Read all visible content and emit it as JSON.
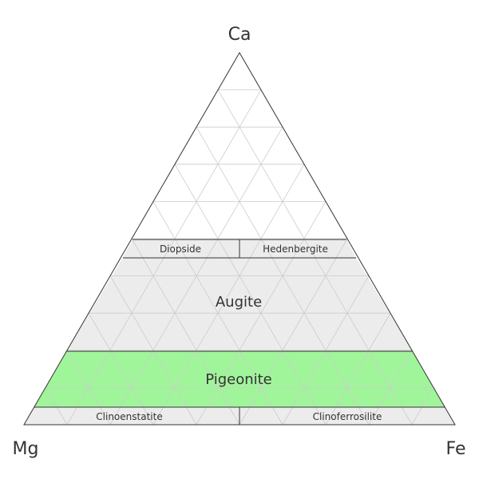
{
  "vertices": {
    "top": "Ca",
    "left": "Mg",
    "right": "Fe"
  },
  "fields": {
    "diopside": "Diopside",
    "hedenbergite": "Hedenbergite",
    "augite": "Augite",
    "pigeonite": "Pigeonite",
    "clinoenstatite": "Clinoenstatite",
    "clinoferrosilite": "Clinoferrosilite"
  },
  "colors": {
    "region_fill": "#ececec",
    "pigeonite_fill": "#a0f59a",
    "outline": "#333333",
    "grid": "#cccccc"
  }
}
